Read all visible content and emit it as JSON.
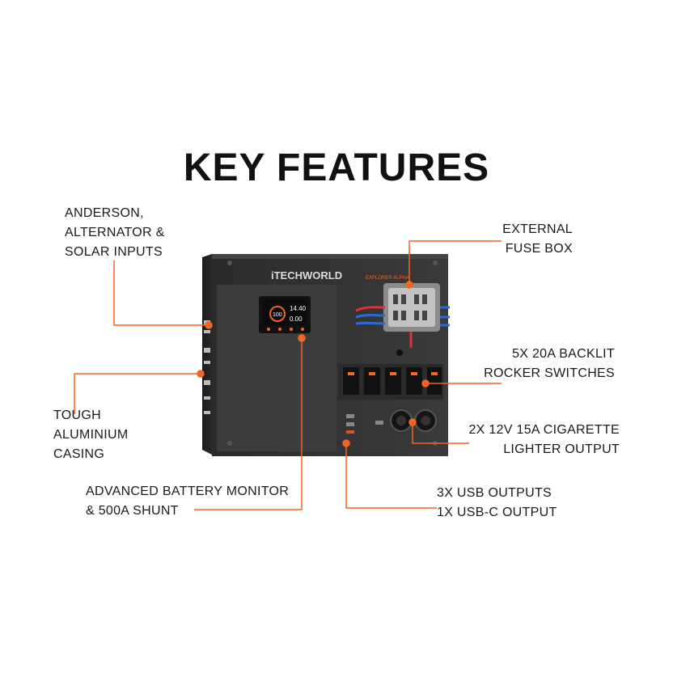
{
  "title": "KEY FEATURES",
  "brand": {
    "logo_text": "iTECHWORLD",
    "model_text": "EXPLORER ALPHA",
    "accent_color": "#f26522"
  },
  "monitor": {
    "percent": "100",
    "voltage": "14.40",
    "current": "0.00"
  },
  "callouts": {
    "inputs": [
      "ANDERSON,",
      "ALTERNATOR &",
      "SOLAR INPUTS"
    ],
    "fuse_box": [
      "EXTERNAL",
      "FUSE BOX"
    ],
    "rocker": [
      "5X 20A BACKLIT",
      "ROCKER SWITCHES"
    ],
    "casing": [
      "TOUGH",
      "ALUMINIUM",
      "CASING"
    ],
    "cigarette": [
      "2X 12V 15A CIGARETTE",
      "LIGHTER OUTPUT"
    ],
    "battery_monitor": [
      "ADVANCED BATTERY MONITOR",
      "& 500A SHUNT"
    ],
    "usb": [
      "3X USB OUTPUTS",
      "1X USB-C OUTPUT"
    ]
  }
}
